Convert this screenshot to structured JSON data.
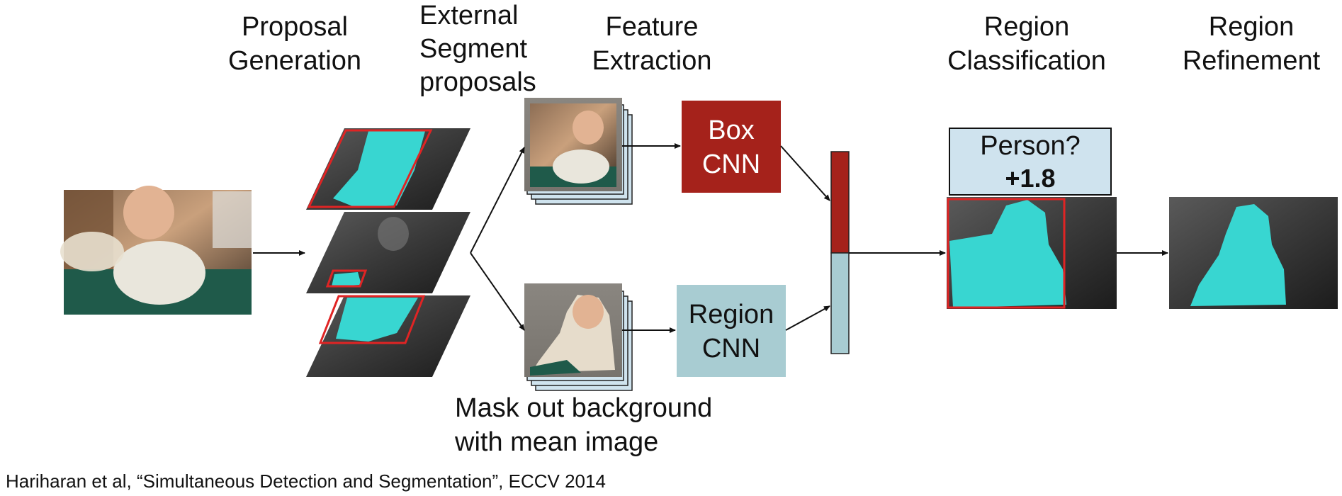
{
  "headers": {
    "proposal_generation": [
      "Proposal",
      "Generation"
    ],
    "external_segment": [
      "External",
      "Segment",
      "proposals"
    ],
    "feature_extraction": [
      "Feature",
      "Extraction"
    ],
    "region_classification": [
      "Region",
      "Classification"
    ],
    "region_refinement": [
      "Region",
      "Refinement"
    ]
  },
  "box_cnn": {
    "lines": [
      "Box",
      "CNN"
    ],
    "color": "#a5221b"
  },
  "region_cnn": {
    "lines": [
      "Region",
      "CNN"
    ],
    "color": "#a8ccd2"
  },
  "classification_label": {
    "question": "Person?",
    "score": "+1.8",
    "color": "#cfe3ee"
  },
  "mask_note": [
    "Mask out background",
    "with mean image"
  ],
  "citation": "Hariharan et al, “Simultaneous Detection and Segmentation”, ECCV 2014",
  "colors": {
    "mask": "#38d6d1",
    "proposal_box": "#e02424",
    "feature_red": "#a5221b",
    "feature_blue": "#a8ccd2",
    "arrow": "#111111",
    "text": "#111111"
  }
}
